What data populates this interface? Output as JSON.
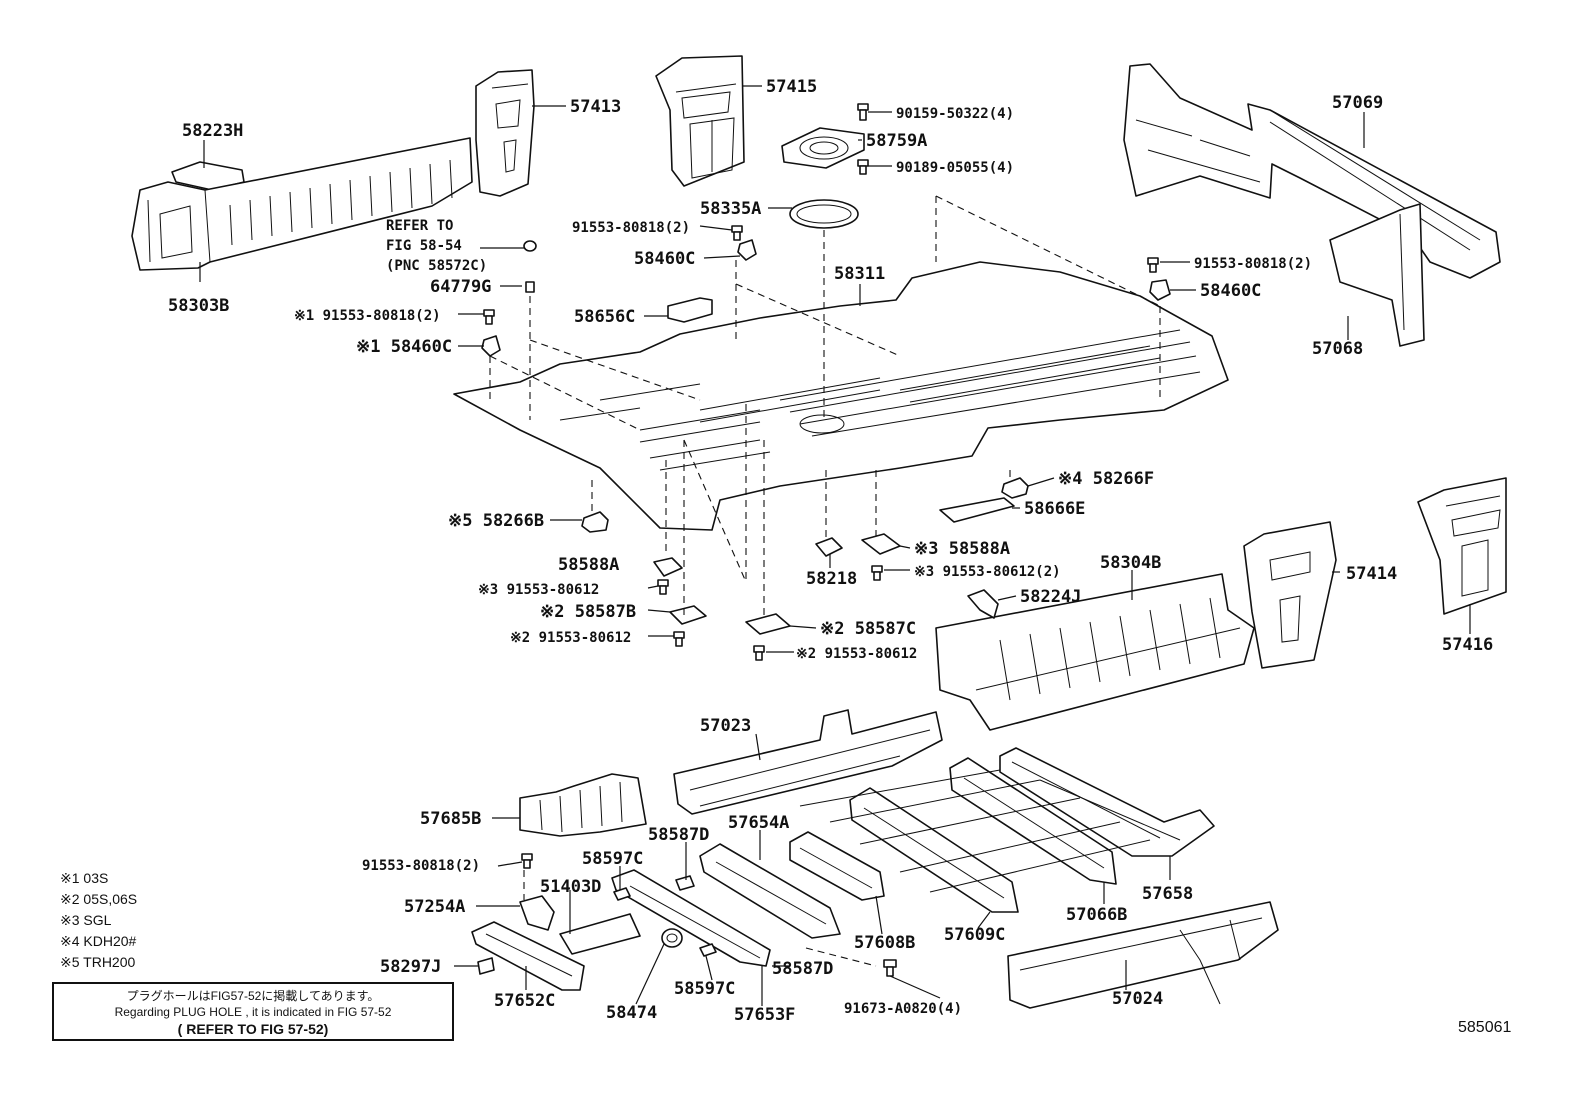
{
  "diagram_id": "585061",
  "labels": {
    "p58223H": "58223H",
    "p58303B": "58303B",
    "p57413": "57413",
    "p57415": "57415",
    "p90159": "90159-50322(4)",
    "p58759A": "58759A",
    "p90189": "90189-05055(4)",
    "p58335A": "58335A",
    "p57069": "57069",
    "p57068": "57068",
    "refer1": "REFER TO",
    "refer2": "FIG 58-54",
    "refer3": "(PNC 58572C)",
    "p64779G": "64779G",
    "p91553_80818_c": "91553-80818(2)",
    "p58460C_c": "58460C",
    "p91553_80818_l": "※1 91553-80818(2)",
    "p58460C_l": "※1 58460C",
    "p58656C": "58656C",
    "p58311": "58311",
    "p91553_80818_r": "91553-80818(2)",
    "p58460C_r": "58460C",
    "p58266F": "※4 58266F",
    "p58666E": "58666E",
    "p58266B": "※5 58266B",
    "p58588A_l": "58588A",
    "p91553_80612_3l": "※3 91553-80612",
    "p58587B": "※2 58587B",
    "p91553_80612_2l": "※2 91553-80612",
    "p58218": "58218",
    "p58588A_r": "※3 58588A",
    "p91553_80612_3r": "※3 91553-80612(2)",
    "p58587C": "※2 58587C",
    "p91553_80612_2r": "※2 91553-80612",
    "p58304B": "58304B",
    "p58224J": "58224J",
    "p57414": "57414",
    "p57416": "57416",
    "p57023": "57023",
    "p57685B": "57685B",
    "p91553_80818_b": "91553-80818(2)",
    "p58587D_t": "58587D",
    "p57654A": "57654A",
    "p58597C_t": "58597C",
    "p51403D": "51403D",
    "p57254A": "57254A",
    "p58297J": "58297J",
    "p57652C": "57652C",
    "p58474": "58474",
    "p58597C_b": "58597C",
    "p57653F": "57653F",
    "p58587D_b": "58587D",
    "p57608B": "57608B",
    "p57609C": "57609C",
    "p57066B": "57066B",
    "p57658": "57658",
    "p91673": "91673-A0820(4)",
    "p57024": "57024"
  },
  "legend": [
    "※1 03S",
    "※2 05S,06S",
    "※3 SGL",
    "※4 KDH20#",
    "※5 TRH200"
  ],
  "note": {
    "line1": "プラグホールはFIG57-52に掲載してあります。",
    "line2": "Regarding PLUG HOLE , it is indicated in FIG 57-52",
    "line3": "( REFER TO FIG 57-52)"
  }
}
